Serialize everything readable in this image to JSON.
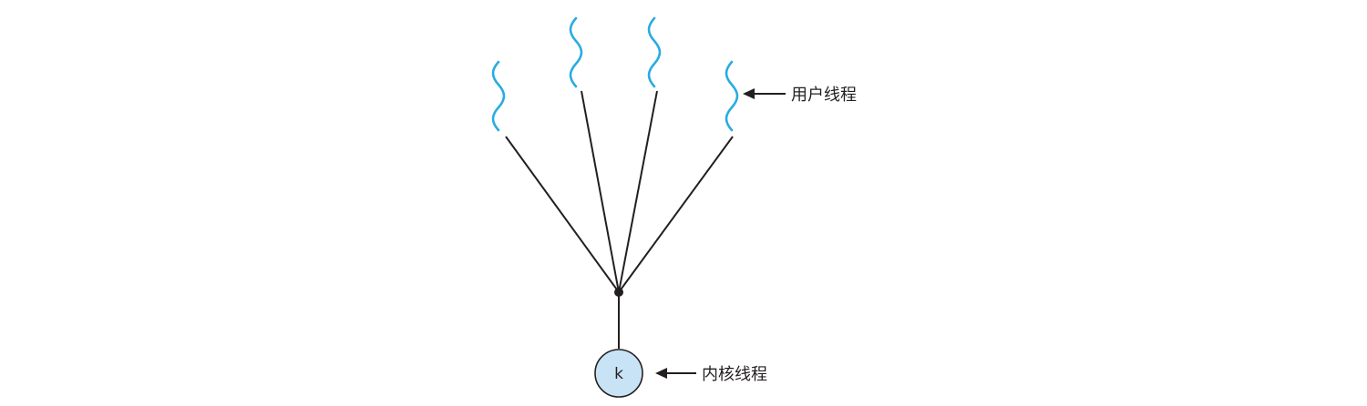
{
  "diagram": {
    "user_threads_count": 4,
    "kernel_thread_letter": "k",
    "user_thread_label": "用户线程",
    "kernel_thread_label": "内核线程",
    "colors": {
      "wave": "#29abe2",
      "kernel_fill": "#c8e3f5",
      "line": "#231f20"
    }
  }
}
